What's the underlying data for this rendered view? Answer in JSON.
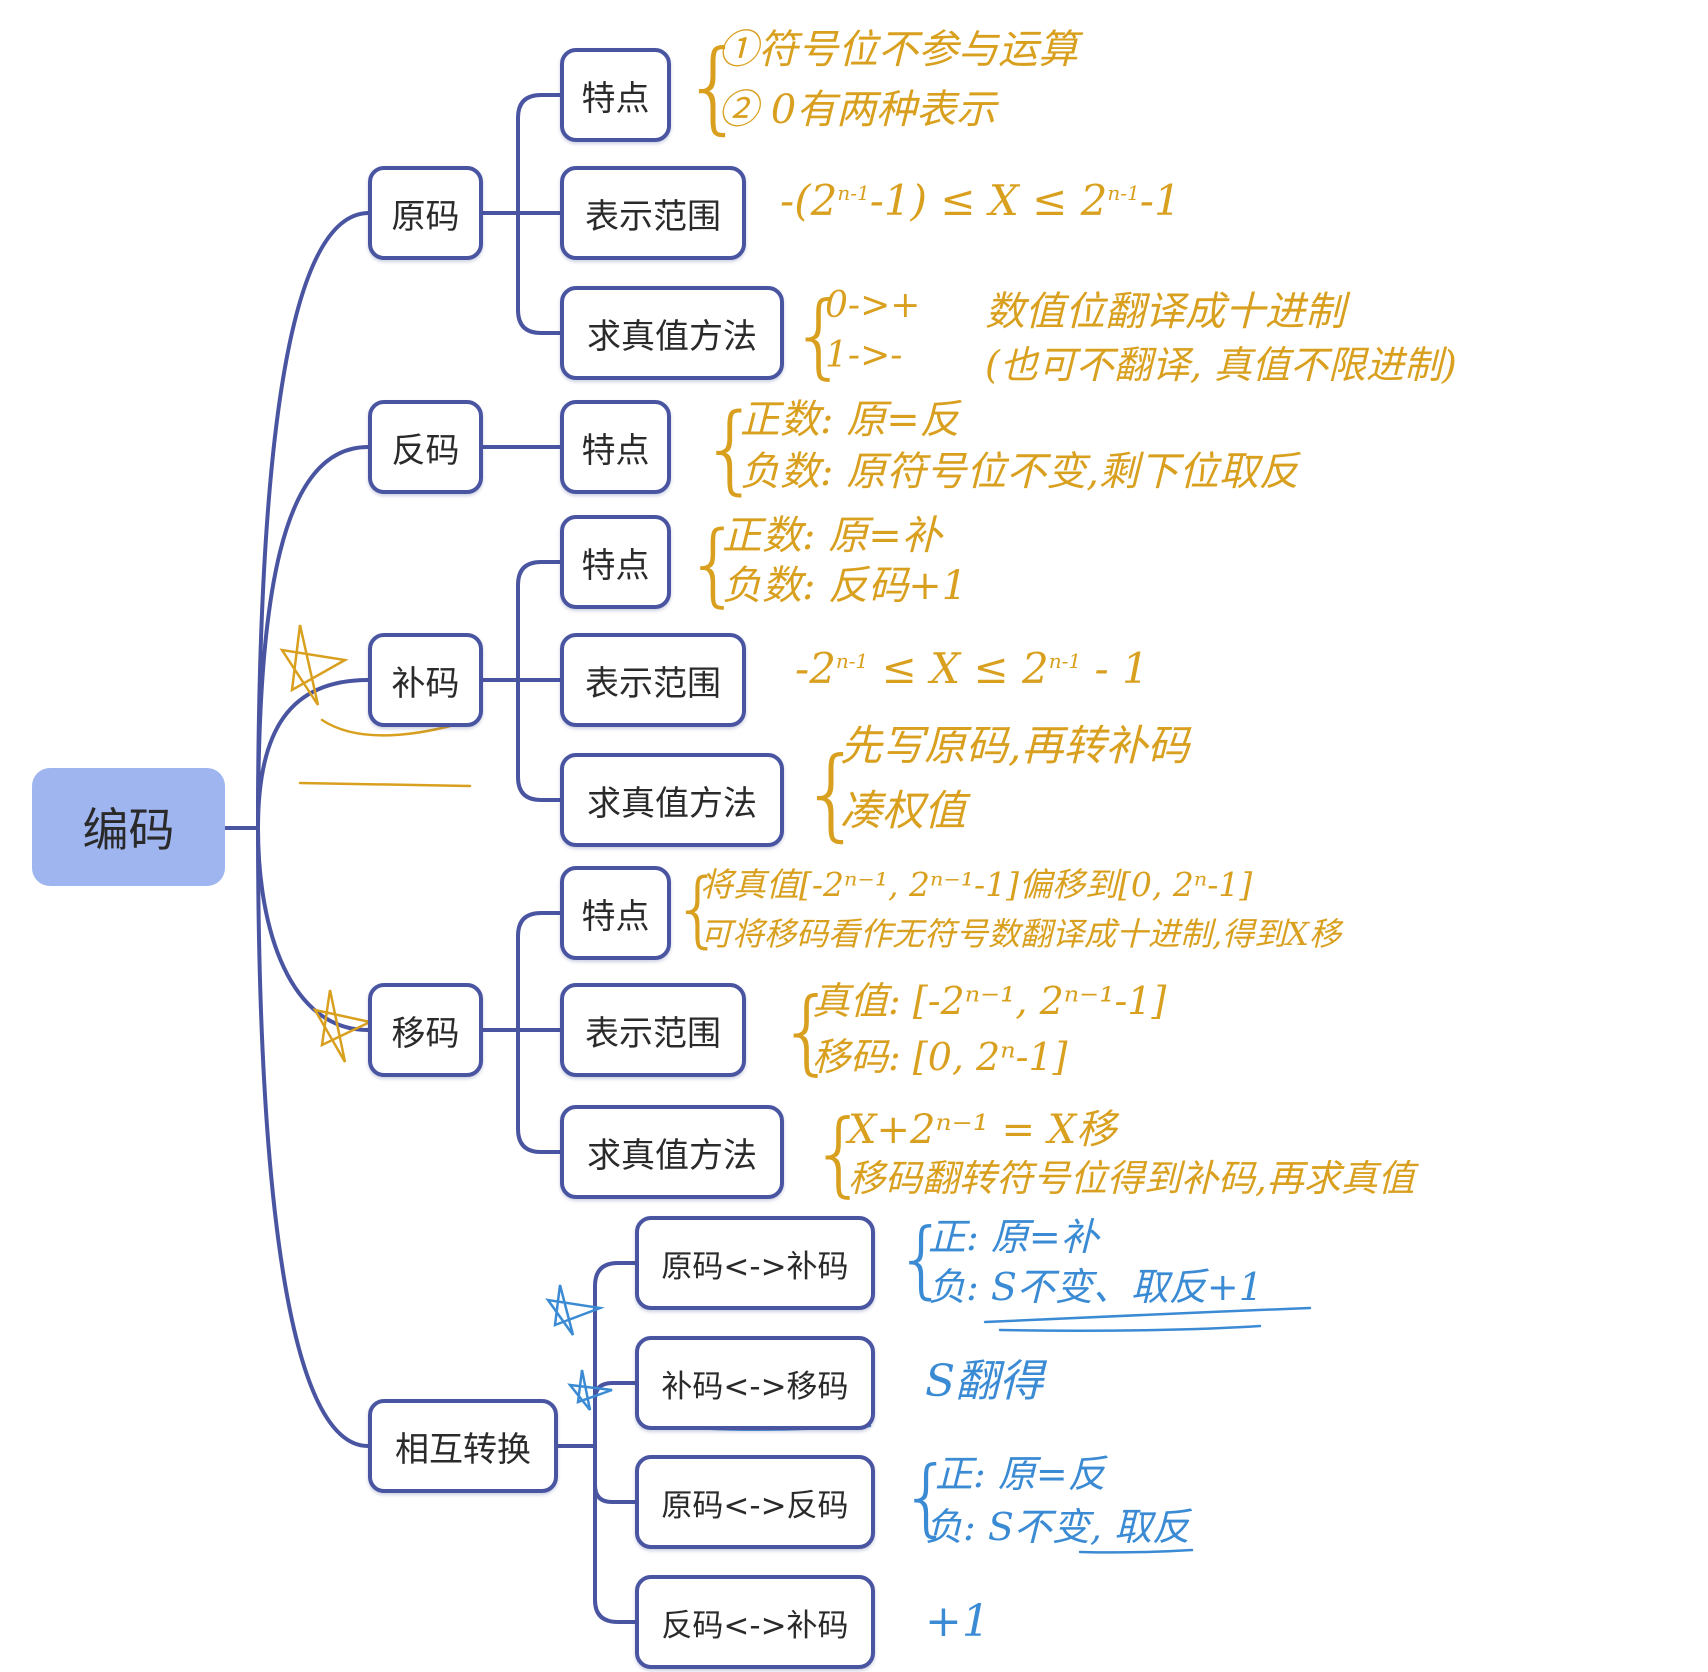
{
  "colors": {
    "line": "#4a55a2",
    "root_fill": "#9fb5f0",
    "note_orange": "#d9a020",
    "note_blue": "#3b8bd4"
  },
  "root": "编码",
  "branches": {
    "yuanma": {
      "label": "原码",
      "tedian": {
        "label": "特点",
        "notes": [
          "①符号位不参与运算",
          "② 0有两种表示"
        ]
      },
      "fanwei": {
        "label": "表示范围",
        "formula_a": "-(2",
        "formula_exp1": "n-1",
        "formula_b": "-1) ≤ X ≤ 2",
        "formula_exp2": "n-1",
        "formula_c": "-1"
      },
      "qiuzhen": {
        "label": "求真值方法",
        "notes": [
          "0->+",
          "1->-"
        ],
        "extra": [
          "数值位翻译成十进制",
          "(也可不翻译, 真值不限进制)"
        ]
      }
    },
    "fanma": {
      "label": "反码",
      "tedian": {
        "label": "特点",
        "notes": [
          "正数: 原=反",
          "负数: 原符号位不变,剩下位取反"
        ]
      }
    },
    "buma": {
      "label": "补码",
      "tedian": {
        "label": "特点",
        "notes": [
          "正数: 原=补",
          "负数: 反码+1"
        ]
      },
      "fanwei": {
        "label": "表示范围",
        "formula_a": "-2",
        "formula_exp1": "n-1",
        "formula_b": " ≤ X ≤ 2",
        "formula_exp2": "n-1",
        "formula_c": " - 1"
      },
      "qiuzhen": {
        "label": "求真值方法",
        "notes": [
          "先写原码,再转补码",
          "凑权值"
        ]
      }
    },
    "yima": {
      "label": "移码",
      "tedian": {
        "label": "特点",
        "notes": [
          "将真值[-2ⁿ⁻¹, 2ⁿ⁻¹-1]偏移到[0, 2ⁿ-1]",
          "可将移码看作无符号数翻译成十进制,得到X移"
        ]
      },
      "fanwei": {
        "label": "表示范围",
        "notes": [
          "真值: [-2ⁿ⁻¹, 2ⁿ⁻¹-1]",
          "移码: [0, 2ⁿ-1]"
        ]
      },
      "qiuzhen": {
        "label": "求真值方法",
        "notes": [
          "X+2ⁿ⁻¹ = X移",
          "移码翻转符号位得到补码,再求真值"
        ]
      }
    },
    "huzhuan": {
      "label": "相互转换",
      "items": [
        {
          "label": "原码<->补码",
          "notes": [
            "正: 原=补",
            "负: S不变、取反+1"
          ]
        },
        {
          "label": "补码<->移码",
          "notes": [
            "S翻得"
          ]
        },
        {
          "label": "原码<->反码",
          "notes": [
            "正: 原=反",
            "负: S不变, 取反"
          ]
        },
        {
          "label": "反码<->补码",
          "notes": [
            "+1"
          ]
        }
      ]
    }
  }
}
